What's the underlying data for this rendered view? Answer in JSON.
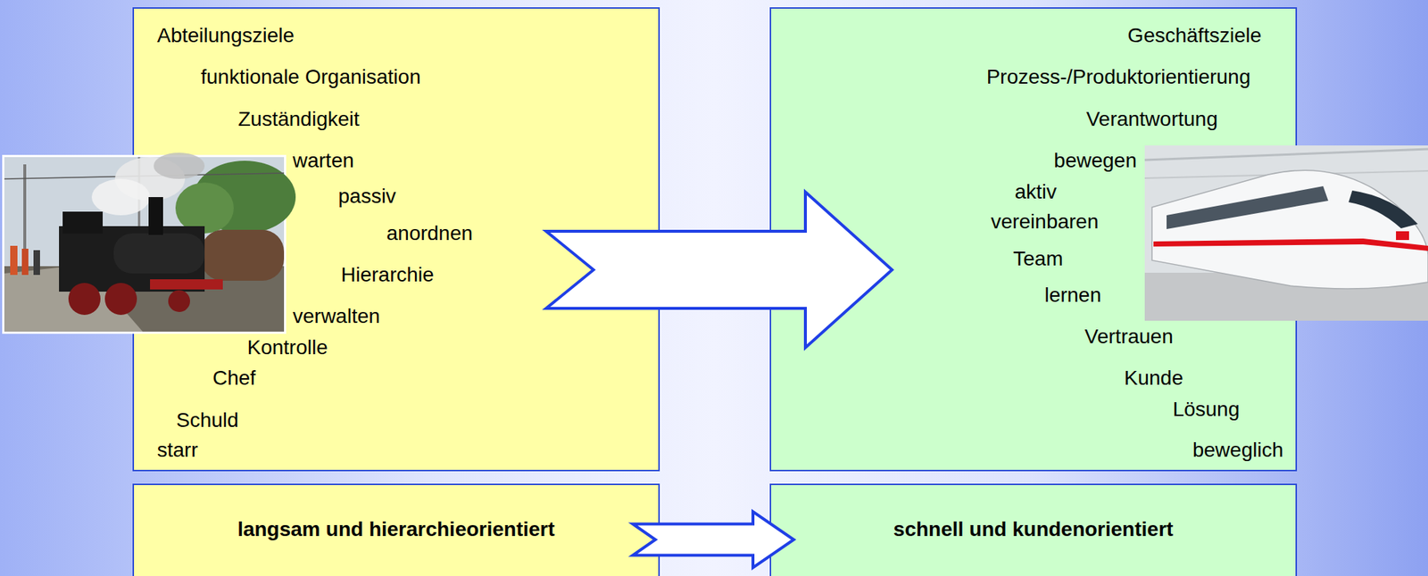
{
  "diagram": {
    "nodes": [
      {
        "text": [
          "Abteilungsziele",
          "funktionale Organisation",
          "Zuständigkeit",
          "warten",
          "passiv",
          "anordnen",
          "Hierarchie",
          "verwalten",
          "Kontrolle",
          "Chef",
          "Schuld",
          "starr"
        ]
      },
      {
        "text": [
          "Geschäftsziele",
          "Prozess-/Produktorientierung",
          "Verantwortung",
          "bewegen",
          "aktiv",
          "vereinbaren",
          "Team",
          "lernen",
          "Vertrauen",
          "Kunde",
          "Lösung",
          "beweglich"
        ]
      },
      {
        "text": [
          "langsam und hierarchieorientiert"
        ]
      },
      {
        "text": [
          "schnell und kundenorientiert"
        ]
      }
    ],
    "edges": [
      {
        "from": 0,
        "to": 1,
        "arrow": "to"
      },
      {
        "from": 2,
        "to": 3,
        "arrow": "to"
      }
    ]
  }
}
